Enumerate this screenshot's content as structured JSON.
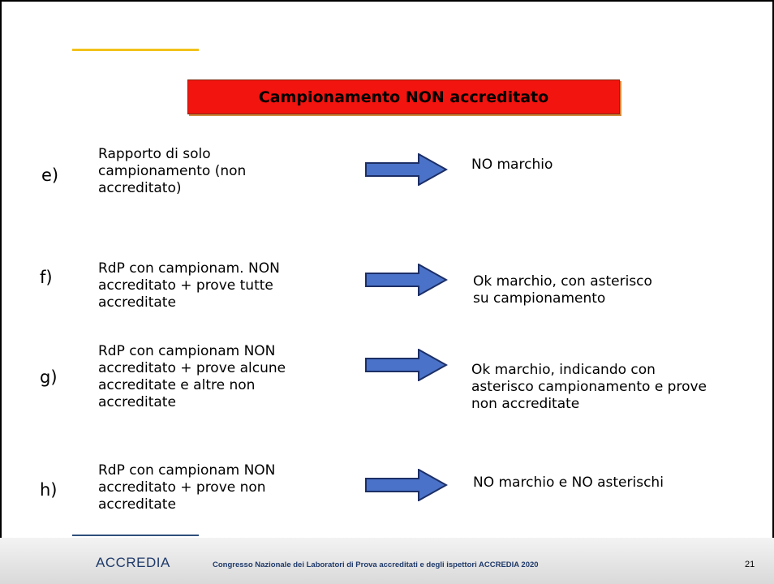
{
  "title": "Campionamento NON accreditato",
  "rows": [
    {
      "letter": "e)",
      "description": [
        "Rapporto di solo",
        "campionamento (non",
        "accreditato)"
      ],
      "result": [
        "NO marchio"
      ]
    },
    {
      "letter": "f)",
      "description": [
        "RdP con campionam. NON",
        "accreditato + prove tutte",
        "accreditate"
      ],
      "result": [
        "Ok marchio, con asterisco",
        "su campionamento"
      ]
    },
    {
      "letter": "g)",
      "description": [
        "RdP con campionam NON",
        "accreditato + prove alcune",
        "accreditate e altre non",
        "accreditate"
      ],
      "result": [
        "Ok marchio, indicando con",
        "asterisco campionamento e prove",
        "non accreditate"
      ]
    },
    {
      "letter": "h)",
      "description": [
        "RdP con campionam NON",
        "accreditato + prove non",
        "accreditate"
      ],
      "result": [
        "NO marchio e NO asterischi"
      ]
    }
  ],
  "footer": {
    "logo": "ACCREDIA",
    "text": "Congresso Nazionale dei Laboratori di Prova accreditati e degli ispettori ACCREDIA 2020",
    "page_number": "21"
  },
  "colors": {
    "title_background": "#f2140f",
    "accent_line": "#f2c21b",
    "arrow_fill": "#4a72c8",
    "footer_text": "#1f3a6a"
  }
}
